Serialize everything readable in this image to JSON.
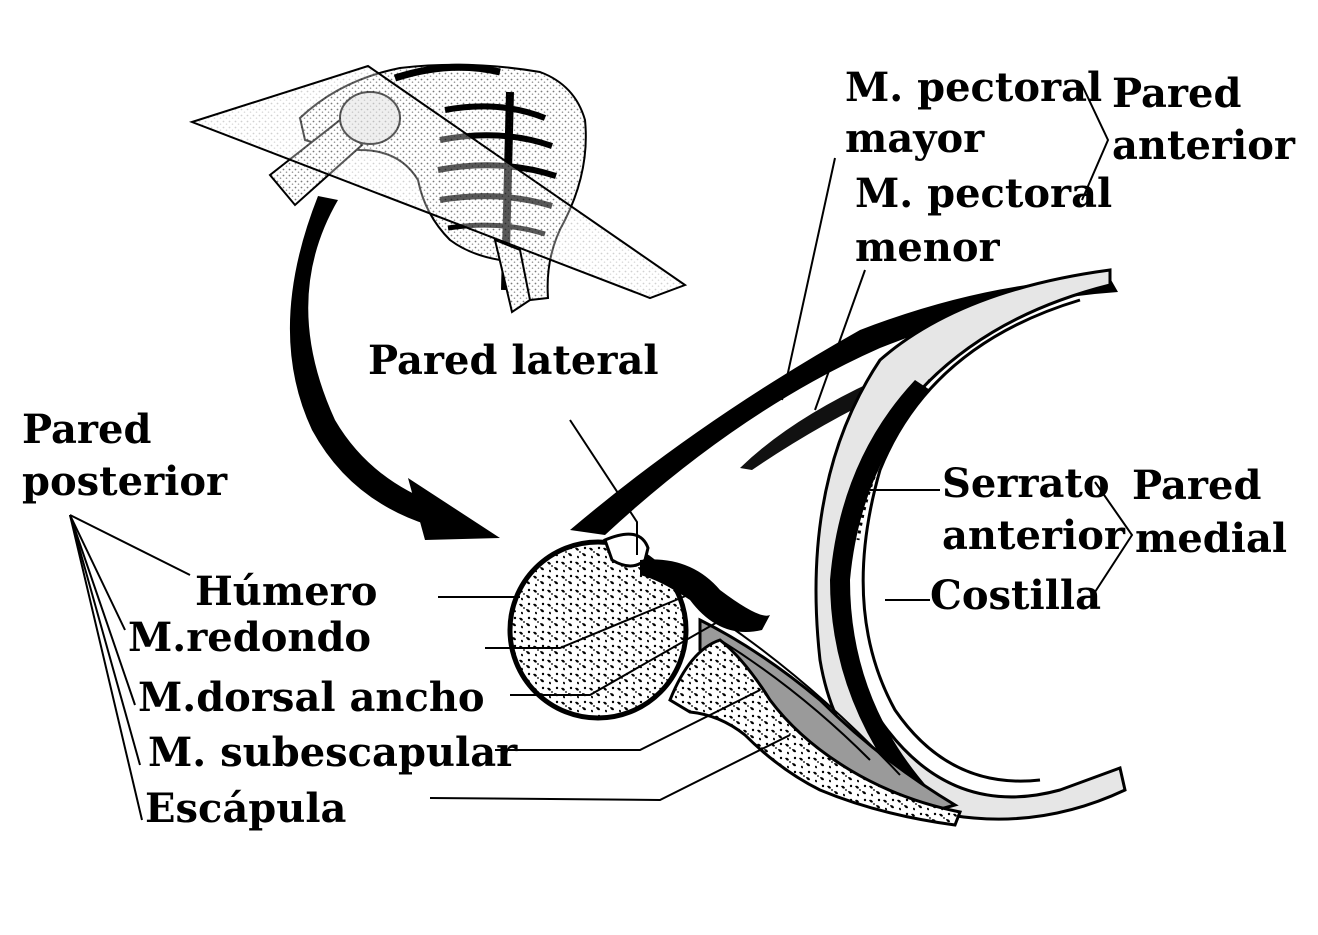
{
  "colors": {
    "ink": "#000000",
    "paper": "#ffffff",
    "stipple": "#9a9a9a",
    "light": "#e6e6e6"
  },
  "icons": [
    "thorax-skeleton-icon",
    "transverse-section-plane-icon",
    "curved-arrow-icon"
  ],
  "labels": {
    "pec_mayor_1": "M. pectoral",
    "pec_mayor_2": "mayor",
    "pared_ant_1": "Pared",
    "pared_ant_2": "anterior",
    "pec_menor_1": "M. pectoral",
    "pec_menor_2": "menor",
    "pared_lateral": "Pared lateral",
    "pared_post_1": "Pared",
    "pared_post_2": "posterior",
    "humero": "Húmero",
    "redondo": "M.redondo",
    "dorsal": "M.dorsal ancho",
    "subescapular": "M. subescapular",
    "escapula": "Escápula",
    "serrato_1": "Serrato",
    "serrato_2": "anterior",
    "pared_med_1": "Pared",
    "pared_med_2": "medial",
    "costilla": "Costilla"
  }
}
